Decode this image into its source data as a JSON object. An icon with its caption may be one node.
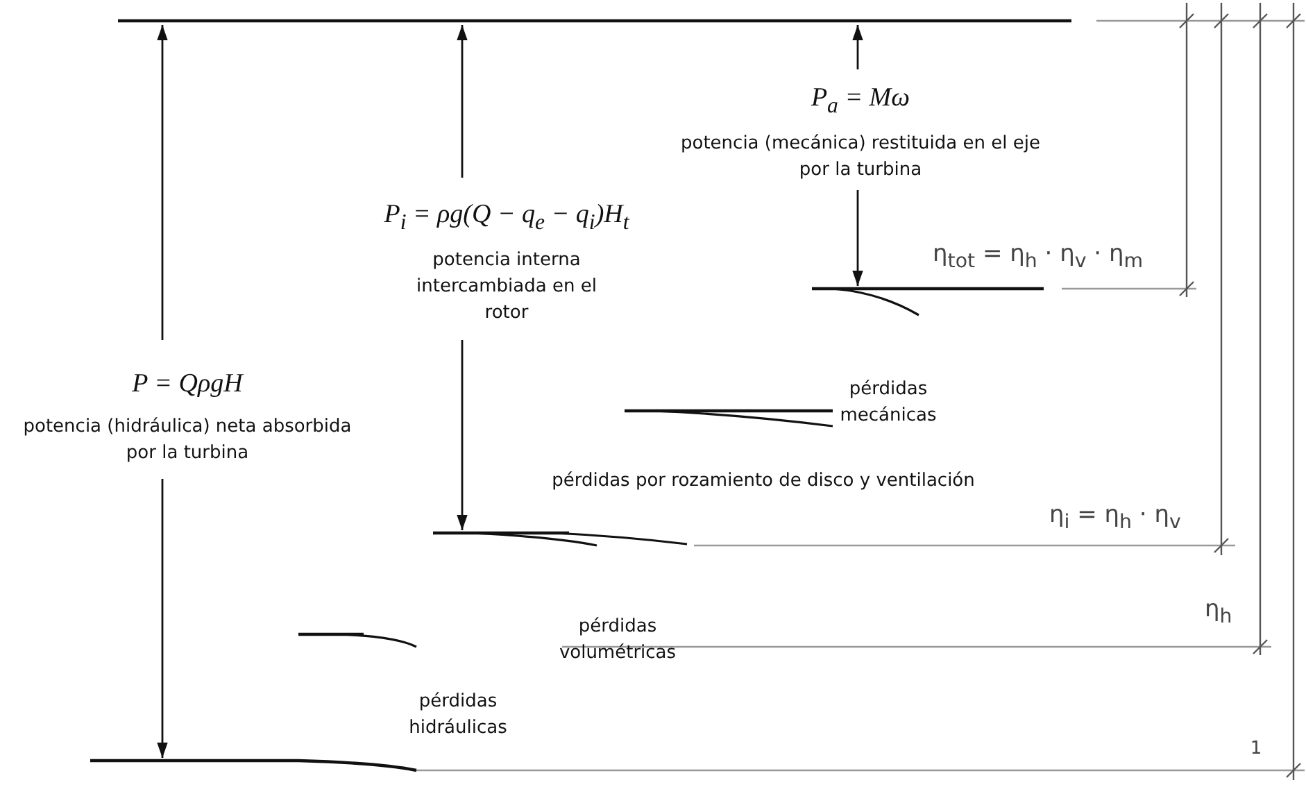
{
  "diagram": {
    "labels": [
      "P$_{a}$ = Mω",
      "potencia (mecánica) restituida en el eje por la turbina",
      "P$_{i}$ = ρg(Q − q$_{e}$ − q$_{i}$)H$_{t}$",
      "potencia interna intercambiada en el rotor",
      "η$_{tot}$ = η$_{h}$ · η$_{v}$ · η$_{m}$",
      "P = QρgH",
      "potencia (hidráulica) neta absorbida por la turbina",
      "pérdidas mecánicas",
      "pérdidas por rozamiento de disco y ventilación",
      "η$_{i}$ = η$_{h}$ · η$_{v}$",
      "pérdidas volumétricas",
      "η$_{h}$",
      "pérdidas hidráulicas",
      "1"
    ]
  }
}
